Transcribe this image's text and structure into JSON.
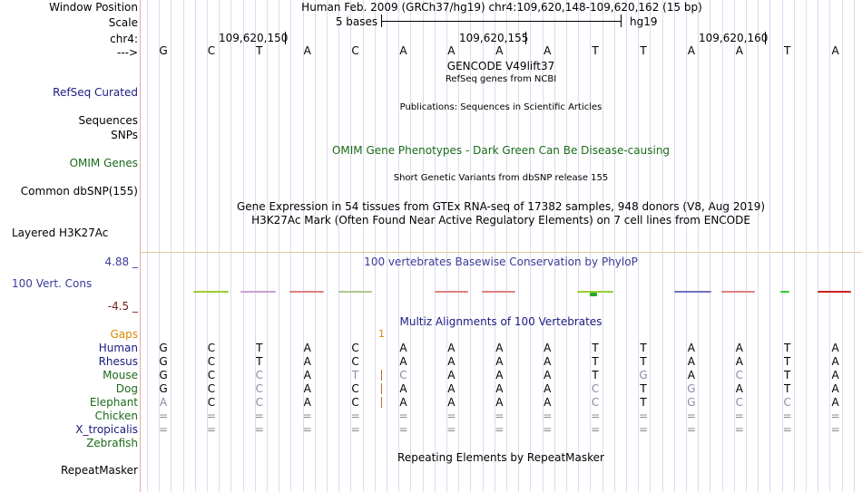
{
  "header": {
    "window_position_label": "Window Position",
    "window_position_text": "Human Feb. 2009 (GRCh37/hg19)   chr4:109,620,148-109,620,162 (15 bp)",
    "scale_label": "Scale",
    "scale_bases": "5 bases",
    "scale_assembly": "hg19",
    "chrom_label": "chr4:",
    "positions": [
      "109,620,150",
      "109,620,155",
      "109,620,160"
    ],
    "strand_label": "--->",
    "sequence": [
      "G",
      "C",
      "T",
      "A",
      "C",
      "A",
      "A",
      "A",
      "A",
      "T",
      "T",
      "A",
      "A",
      "T",
      "A"
    ]
  },
  "tracks": {
    "gencode_title": "GENCODE V49lift37",
    "refseq_subtitle": "RefSeq genes from NCBI",
    "refseq_label": "RefSeq Curated",
    "publications_title": "Publications: Sequences in Scientific Articles",
    "sequences_label": "Sequences",
    "snps_label": "SNPs",
    "omim_title": "OMIM Gene Phenotypes - Dark Green Can Be Disease-causing",
    "omim_label": "OMIM Genes",
    "dbsnp_title": "Short Genetic Variants from dbSNP release 155",
    "dbsnp_label": "Common dbSNP(155)",
    "gtex_title": "Gene Expression in 54 tissues from GTEx RNA-seq of 17382 samples, 948 donors (V8, Aug 2019)",
    "h3k27ac_title": "H3K27Ac Mark (Often Found Near Active Regulatory Elements) on 7 cell lines from ENCODE",
    "h3k27ac_label": "Layered H3K27Ac",
    "phylop_max": "4.88 _",
    "phylop_title": "100 vertebrates Basewise Conservation by PhyloP",
    "cons_label": "100 Vert. Cons",
    "phylop_min": "-4.5 _",
    "multiz_title": "Multiz Alignments of 100 Vertebrates",
    "gaps_label": "Gaps",
    "gap_marker": "1",
    "repeat_title": "Repeating Elements by RepeatMasker",
    "repeat_label": "RepeatMasker"
  },
  "alignment": [
    {
      "species": "Human",
      "bases": [
        "G",
        "C",
        "T",
        "A",
        "C",
        "A",
        "A",
        "A",
        "A",
        "T",
        "T",
        "A",
        "A",
        "T",
        "A"
      ]
    },
    {
      "species": "Rhesus",
      "bases": [
        "G",
        "C",
        "T",
        "A",
        "C",
        "A",
        "A",
        "A",
        "A",
        "T",
        "T",
        "A",
        "A",
        "T",
        "A"
      ]
    },
    {
      "species": "Mouse",
      "bases": [
        "G",
        "C",
        "C",
        "A",
        "T",
        "C",
        "A",
        "A",
        "A",
        "T",
        "G",
        "A",
        "C",
        "T",
        "A"
      ]
    },
    {
      "species": "Dog",
      "bases": [
        "G",
        "C",
        "C",
        "A",
        "C",
        "A",
        "A",
        "A",
        "A",
        "C",
        "T",
        "G",
        "A",
        "T",
        "A"
      ]
    },
    {
      "species": "Elephant",
      "bases": [
        "A",
        "C",
        "C",
        "A",
        "C",
        "A",
        "A",
        "A",
        "A",
        "C",
        "T",
        "G",
        "C",
        "C",
        "A"
      ]
    },
    {
      "species": "Chicken",
      "bases": [
        "=",
        "=",
        "=",
        "=",
        "=",
        "=",
        "=",
        "=",
        "=",
        "=",
        "=",
        "=",
        "=",
        "=",
        "="
      ]
    },
    {
      "species": "X_tropicalis",
      "bases": [
        "=",
        "=",
        "=",
        "=",
        "=",
        "=",
        "=",
        "=",
        "=",
        "=",
        "=",
        "=",
        "=",
        "=",
        "="
      ]
    },
    {
      "species": "Zebrafish",
      "bases": []
    }
  ],
  "colors": {
    "navy": "#1a1a80",
    "green": "#1a6b1a",
    "orange": "#d88a00",
    "maroon": "#7a1a1a",
    "purple": "#3a3a9a"
  }
}
